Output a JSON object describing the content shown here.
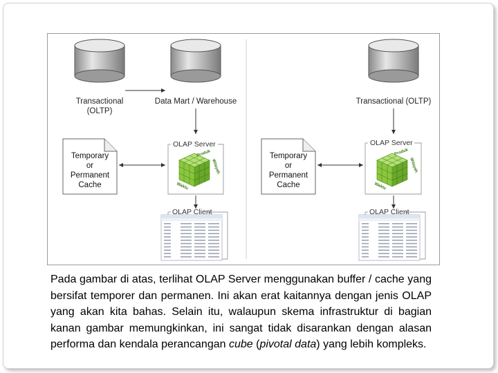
{
  "left": {
    "db1_label_l1": "Transactional",
    "db1_label_l2": "(OLTP)",
    "db2_label": "Data Mart / Warehouse",
    "server_label": "OLAP Server",
    "cache_l1": "Temporary",
    "cache_l2": "or",
    "cache_l3": "Permanent",
    "cache_l4": "Cache",
    "client_label": "OLAP Client",
    "cube_words": [
      "Produk",
      "Wilayah",
      "Waktu"
    ]
  },
  "right": {
    "db_label": "Transactional (OLTP)",
    "server_label": "OLAP Server",
    "cache_l1": "Temporary",
    "cache_l2": "or",
    "cache_l3": "Permanent",
    "cache_l4": "Cache",
    "client_label": "OLAP Client",
    "cube_words": [
      "Produk",
      "Wilayah",
      "Waktu"
    ]
  },
  "caption": {
    "part1": "Pada gambar di atas, terlihat OLAP Server menggunakan buffer / cache yang bersifat temporer dan permanen. Ini akan erat kaitannya dengan jenis OLAP yang akan kita bahas. Selain itu, walaupun skema infrastruktur di bagian kanan gambar memungkinkan, ini sangat tidak disarankan dengan alasan performa dan kendala perancangan ",
    "cube": "cube",
    "part2": " (",
    "pivotal": "pivotal data",
    "part3": ") yang lebih kompleks."
  },
  "colors": {
    "cylinder_top": "#e8e8e8",
    "cylinder_side": "#bdbdbd",
    "cube_green": "#8cc63f",
    "arrow": "#333333"
  }
}
